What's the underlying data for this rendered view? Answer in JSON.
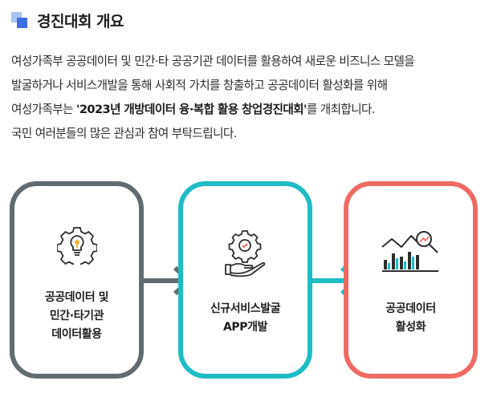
{
  "title": "경진대회 개요",
  "description": {
    "line1": "여성가족부 공공데이터 및 민간·타 공공기관 데이터를 활용하여 새로운 비즈니스 모델을",
    "line2": "발굴하거나 서비스개발을 통해 사회적 가치를 창출하고 공공데이터 활성화를 위해",
    "line3_before": "여성가족부는 ",
    "line3_bold": "'2023년 개방데이터 융·복합 활용 창업경진대회'",
    "line3_after": "를 개최합니다.",
    "line4": "국민 여러분들의 많은 관심과 참여 부탁드립니다."
  },
  "steps": [
    {
      "line1": "공공데이터 및",
      "line2": "민간·타기관",
      "line3": "데이터활용",
      "icon": "gear-lightbulb-icon",
      "color": "#626b70"
    },
    {
      "line1": "신규서비스발굴",
      "line2": "APP개발",
      "icon": "hand-gear-icon",
      "color": "#1fbcc4"
    },
    {
      "line1": "공공데이터",
      "line2": "활성화",
      "icon": "chart-magnifier-icon",
      "color": "#ee6a64"
    }
  ],
  "colors": {
    "accent": "#3d6fe0",
    "accent_light": "#a9c4ef"
  }
}
